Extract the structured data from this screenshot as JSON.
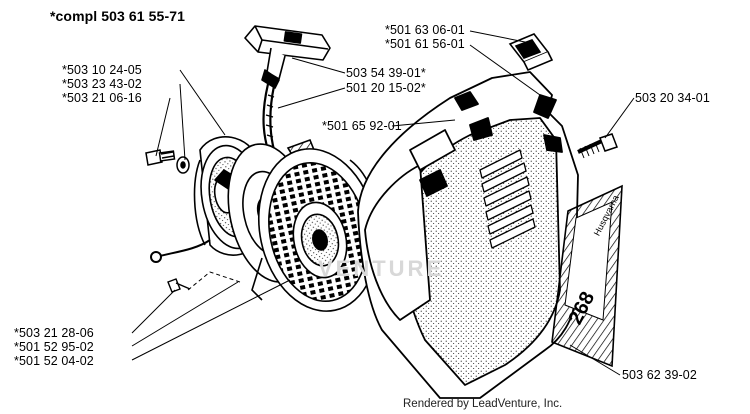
{
  "title": "*compl 503 61 55-71",
  "labels": {
    "l_503_10_24_05": "*503 10 24-05",
    "l_503_23_43_02": "*503 23 43-02",
    "l_503_21_06_16": "*503 21 06-16",
    "l_503_54_39_01": "503 54 39-01*",
    "l_501_20_15_02": "501 20 15-02*",
    "l_501_63_06_01": "*501 63 06-01",
    "l_501_61_56_01": "*501 61 56-01",
    "l_501_65_92_01": "*501 65 92-01",
    "l_503_20_34_01": "503 20 34-01",
    "l_503_21_28_06": "*503 21 28-06",
    "l_501_52_95_02": "*501 52 95-02",
    "l_501_52_04_02": "*501 52 04-02",
    "l_503_62_39_02": "503 62 39-02"
  },
  "decal_text": {
    "brand": "Husqvarna",
    "model": "268"
  },
  "watermark": "VENTURE",
  "footer": "Rendered by LeadVenture, Inc."
}
